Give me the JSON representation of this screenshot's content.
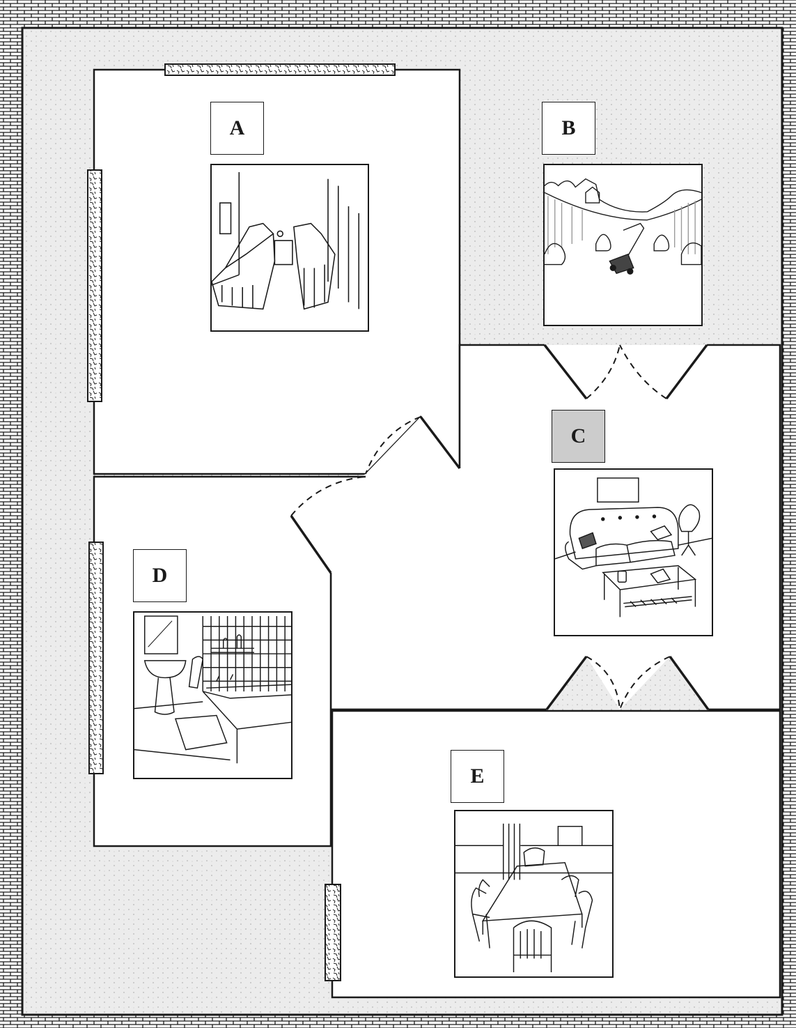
{
  "rooms": [
    {
      "id": "A",
      "label": "A",
      "scene": "bedroom-with-two-beds",
      "highlighted": false
    },
    {
      "id": "B",
      "label": "B",
      "scene": "garden-with-lawnmower",
      "highlighted": false
    },
    {
      "id": "C",
      "label": "C",
      "scene": "living-room-sofa-coffee-table",
      "highlighted": true
    },
    {
      "id": "D",
      "label": "D",
      "scene": "bathroom-sink-bathtub",
      "highlighted": false
    },
    {
      "id": "E",
      "label": "E",
      "scene": "dining-room-table-chairs",
      "highlighted": false
    }
  ],
  "colors": {
    "wall": "#1a1a1a",
    "garden_fill": "#ececec",
    "highlight_label": "#cccccc"
  }
}
